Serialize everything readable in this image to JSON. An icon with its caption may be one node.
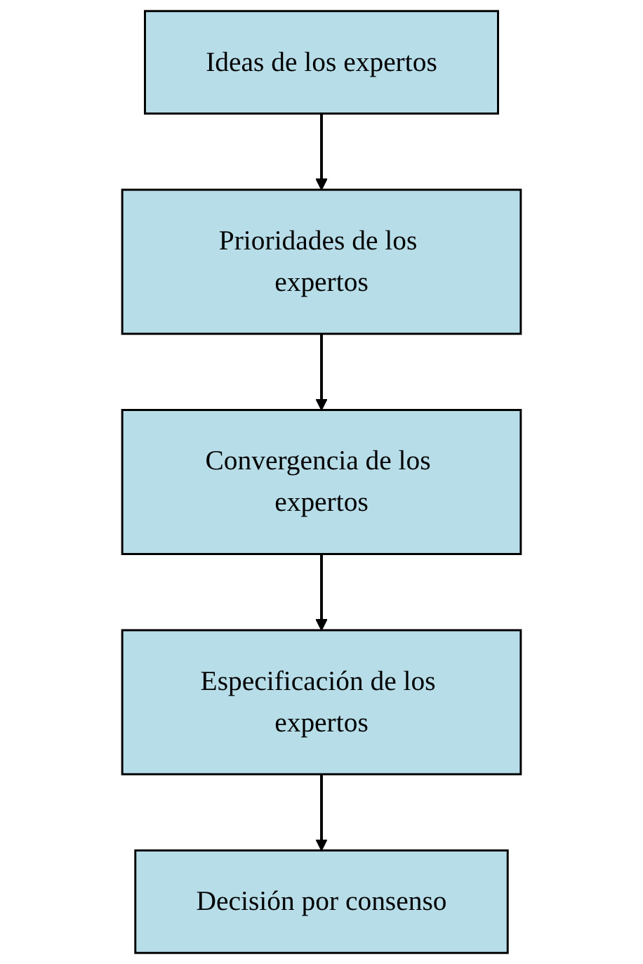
{
  "diagram": {
    "nodes": [
      {
        "text": [
          "Ideas de los expertos"
        ]
      },
      {
        "text": [
          "Prioridades de los expertos"
        ]
      },
      {
        "text": [
          "Convergencia de los expertos"
        ]
      },
      {
        "text": [
          "Especificación de los expertos"
        ]
      },
      {
        "text": [
          "Decisión por consenso"
        ]
      }
    ],
    "edges": [
      {
        "from": 0,
        "to": 1,
        "arrow": "to"
      },
      {
        "from": 1,
        "to": 2,
        "arrow": "to"
      },
      {
        "from": 2,
        "to": 3,
        "arrow": "to"
      },
      {
        "from": 3,
        "to": 4,
        "arrow": "to"
      }
    ]
  }
}
